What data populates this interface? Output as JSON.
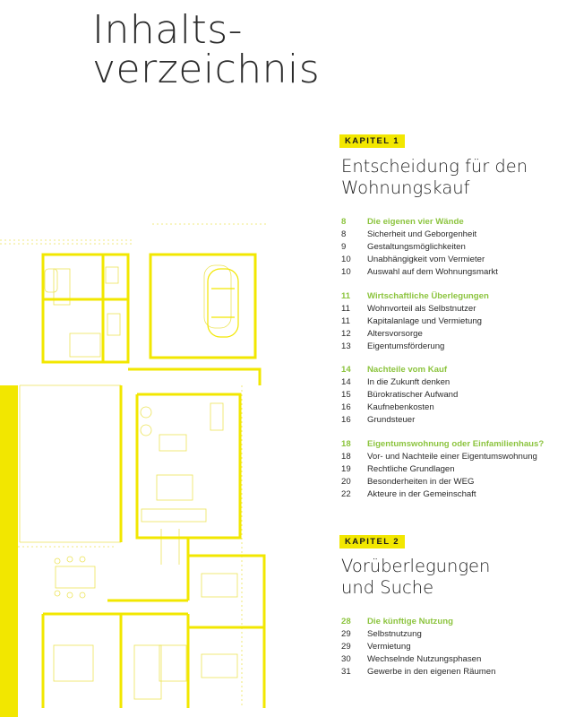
{
  "page_title_line1": "Inhalts-",
  "page_title_line2": "verzeichnis",
  "colors": {
    "accent_yellow": "#f2e700",
    "accent_green": "#8cc43e",
    "text": "#2a2a2a"
  },
  "chapters": [
    {
      "badge": "KAPITEL 1",
      "title_line1": "Entscheidung für den",
      "title_line2": "Wohnungskauf",
      "sections": [
        {
          "page": "8",
          "title": "Die eigenen vier Wände",
          "items": [
            {
              "page": "8",
              "title": "Sicherheit und Geborgenheit"
            },
            {
              "page": "9",
              "title": "Gestaltungsmöglichkeiten"
            },
            {
              "page": "10",
              "title": "Unabhängigkeit vom Vermieter"
            },
            {
              "page": "10",
              "title": "Auswahl auf dem Wohnungsmarkt"
            }
          ]
        },
        {
          "page": "11",
          "title": "Wirtschaftliche Überlegungen",
          "items": [
            {
              "page": "11",
              "title": "Wohnvorteil als Selbstnutzer"
            },
            {
              "page": "11",
              "title": "Kapitalanlage und Vermietung"
            },
            {
              "page": "12",
              "title": "Altersvorsorge"
            },
            {
              "page": "13",
              "title": "Eigentumsförderung"
            }
          ]
        },
        {
          "page": "14",
          "title": "Nachteile vom Kauf",
          "items": [
            {
              "page": "14",
              "title": "In die Zukunft denken"
            },
            {
              "page": "15",
              "title": "Bürokratischer Aufwand"
            },
            {
              "page": "16",
              "title": "Kaufnebenkosten"
            },
            {
              "page": "16",
              "title": "Grundsteuer"
            }
          ]
        },
        {
          "page": "18",
          "title": "Eigentumswohnung oder Einfamilienhaus?",
          "items": [
            {
              "page": "18",
              "title": "Vor- und Nachteile einer Eigentumswohnung"
            },
            {
              "page": "19",
              "title": "Rechtliche Grundlagen"
            },
            {
              "page": "20",
              "title": "Besonderheiten in der WEG"
            },
            {
              "page": "22",
              "title": "Akteure in der Gemeinschaft"
            }
          ]
        }
      ]
    },
    {
      "badge": "KAPITEL 2",
      "title_line1": "Vorüberlegungen",
      "title_line2": "und Suche",
      "sections": [
        {
          "page": "28",
          "title": "Die künftige Nutzung",
          "items": [
            {
              "page": "29",
              "title": "Selbstnutzung"
            },
            {
              "page": "29",
              "title": "Vermietung"
            },
            {
              "page": "30",
              "title": "Wechselnde Nutzungsphasen"
            },
            {
              "page": "31",
              "title": "Gewerbe in den eigenen Räumen"
            }
          ]
        }
      ]
    }
  ]
}
